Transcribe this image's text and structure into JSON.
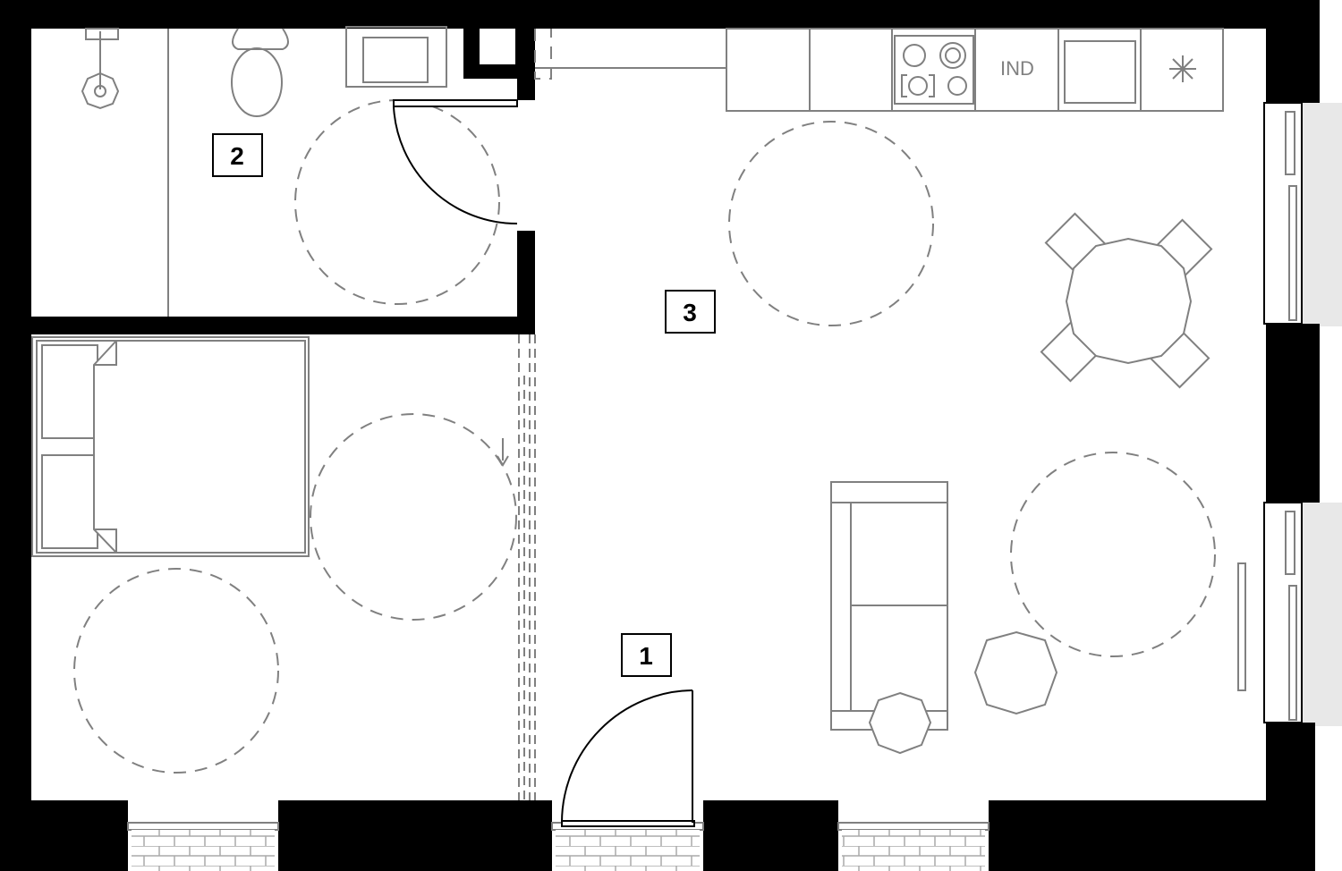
{
  "plan": {
    "rooms": [
      {
        "number": "1"
      },
      {
        "number": "2"
      },
      {
        "number": "3"
      }
    ],
    "kitchen": {
      "induction_label": "IND"
    },
    "colors": {
      "wall": "#000000",
      "fixture": "#808080",
      "exterior": "#e8e8e8"
    }
  }
}
